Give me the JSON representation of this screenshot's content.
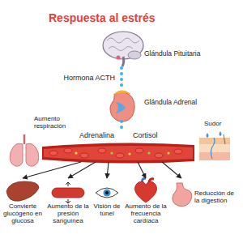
{
  "diagram": {
    "title": "Respuesta al estrés",
    "nodes": [
      {
        "text": [
          "Glándula Pituitaria"
        ]
      },
      {
        "text": [
          "Glándula Adrenal"
        ]
      },
      {
        "text": [
          "Aumento respiración"
        ]
      },
      {
        "text": [
          "Adrenalina",
          "Cortisol"
        ]
      },
      {
        "text": [
          "Sudor"
        ]
      },
      {
        "text": [
          "Convierte glucógeno en glucosa"
        ]
      },
      {
        "text": [
          "Aumento de la presión sanguínea"
        ]
      },
      {
        "text": [
          "Visión de túnel"
        ]
      },
      {
        "text": [
          "Aumento de la frecuencia cardíaca"
        ]
      },
      {
        "text": [
          "Reducción de la digestión"
        ]
      }
    ],
    "edges": [
      {
        "from": 0,
        "to": 1,
        "label": "Hormona ACTH",
        "arrow": "none"
      },
      {
        "from": 1,
        "to": 3,
        "arrow": "none"
      },
      {
        "from": 3,
        "to": 5,
        "arrow": "to"
      },
      {
        "from": 3,
        "to": 6,
        "arrow": "to"
      },
      {
        "from": 3,
        "to": 7,
        "arrow": "to"
      },
      {
        "from": 3,
        "to": 8,
        "arrow": "to"
      },
      {
        "from": 3,
        "to": 9,
        "arrow": "to"
      }
    ]
  }
}
